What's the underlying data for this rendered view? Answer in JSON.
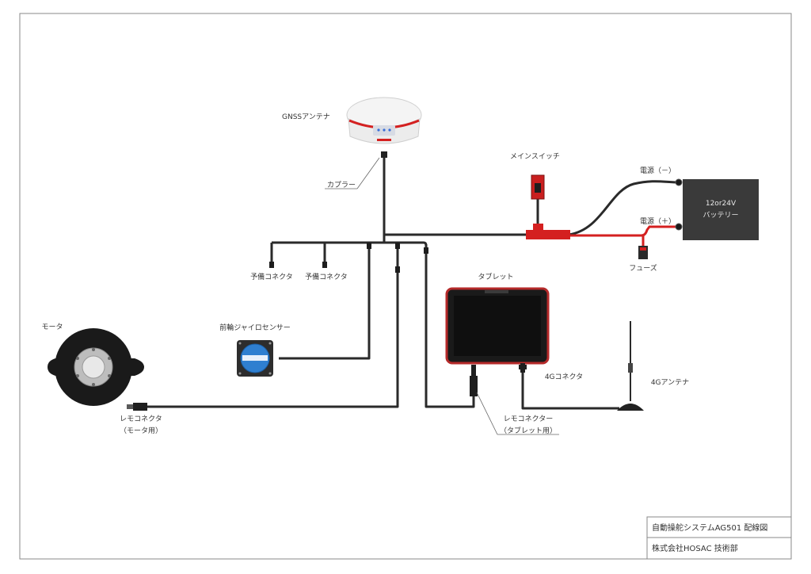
{
  "labels": {
    "gnss_antenna": "GNSSアンテナ",
    "coupler": "カプラー",
    "main_switch": "メインスイッチ",
    "power_minus": "電源（－）",
    "power_plus": "電源（＋）",
    "battery_line1": "12or24V",
    "battery_line2": "バッテリー",
    "fuse": "フューズ",
    "spare_connector_1": "予備コネクタ",
    "spare_connector_2": "予備コネクタ",
    "tablet": "タブレット",
    "motor": "モータ",
    "gyro_sensor": "前輪ジャイロセンサー",
    "lemo_motor_line1": "レモコネクタ",
    "lemo_motor_line2": "（モータ用）",
    "connector_4g": "4Gコネクタ",
    "antenna_4g": "4Gアンテナ",
    "lemo_tablet_line1": "レモコネクター",
    "lemo_tablet_line2": "（タブレット用）"
  },
  "title_block": {
    "title": "自動操舵システムAG501 配線図",
    "company": "株式会社HOSAC 技術部"
  },
  "colors": {
    "cable": "#2a2a2a",
    "power_positive": "#d42020",
    "battery": "#3a3a3a",
    "tablet_frame": "#b52a2a",
    "border": "#888888"
  }
}
